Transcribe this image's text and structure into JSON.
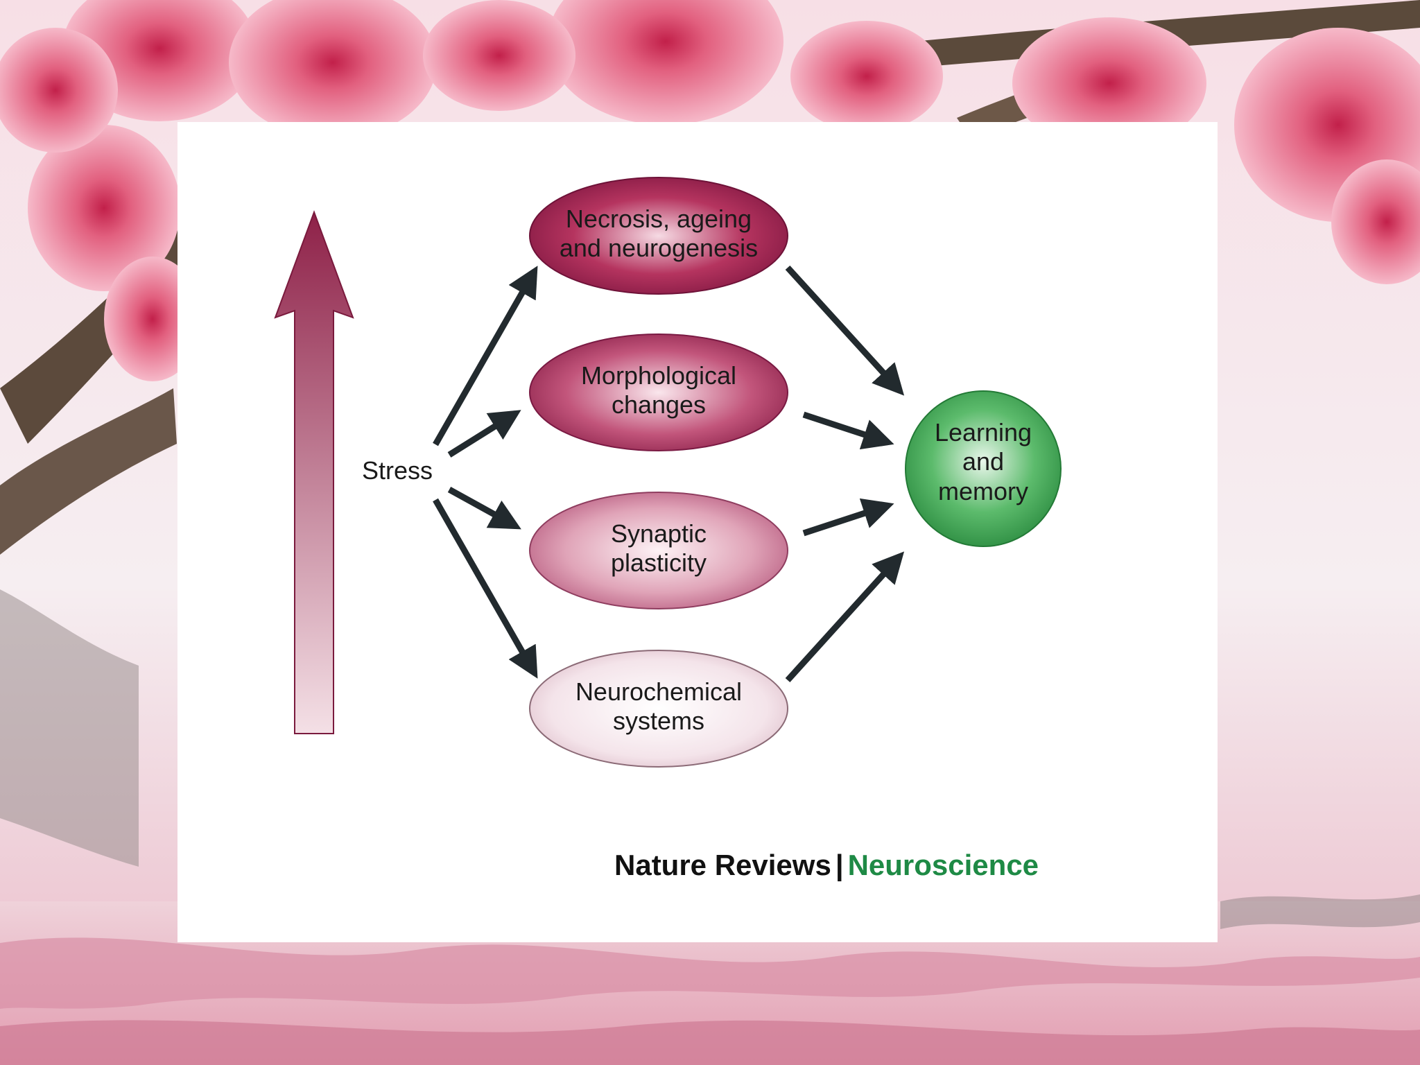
{
  "colors": {
    "arrow": "#222a2e",
    "stress_top": "#8e2148",
    "stress_bottom": "#f4e0e6",
    "learning_green": "#2e9b45",
    "credit_green": "#1e8a45"
  },
  "stress": {
    "label": "Stress"
  },
  "effects": [
    {
      "line1": "Necrosis, ageing",
      "line2": "and neurogenesis"
    },
    {
      "line1": "Morphological",
      "line2": "changes"
    },
    {
      "line1": "Synaptic",
      "line2": "plasticity"
    },
    {
      "line1": "Neurochemical",
      "line2": "systems"
    }
  ],
  "outcome": {
    "line1": "Learning",
    "line2": "and",
    "line3": "memory"
  },
  "credit": {
    "journal": "Nature Reviews",
    "separator": "|",
    "section": "Neuroscience"
  },
  "background": {
    "icons": [
      "cherry-blossom-icon",
      "branch-icon",
      "water-reflection-icon"
    ]
  }
}
